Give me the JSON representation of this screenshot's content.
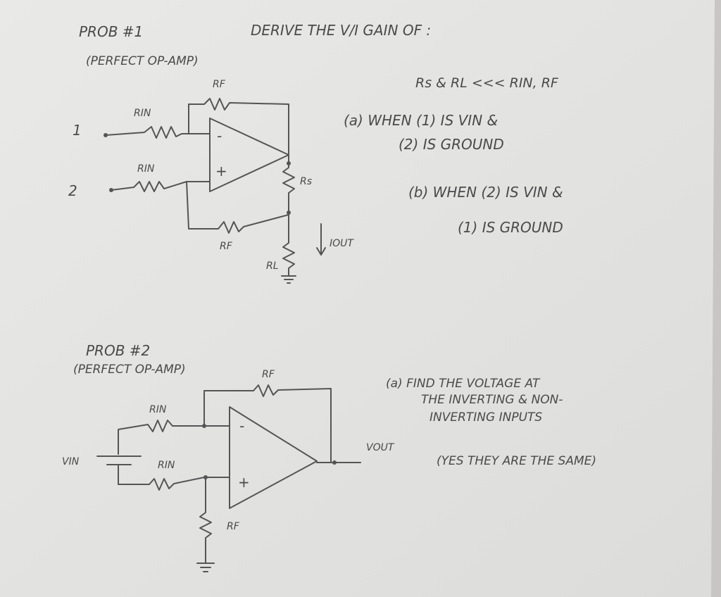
{
  "problem1": {
    "title": "PROB #1",
    "subtitle": "(PERFECT OP-AMP)",
    "task": "DERIVE THE V/I GAIN OF :",
    "condition": "Rs & RL <<< RIN, RF",
    "part_a_line1": "(a) WHEN (1) IS VIN &",
    "part_a_line2": "(2) IS GROUND",
    "part_b_line1": "(b) WHEN (2) IS VIN &",
    "part_b_line2": "(1) IS GROUND",
    "label_rf_top": "RF",
    "label_rin_top": "RIN",
    "label_rin_bottom": "RIN",
    "label_rf_bottom": "RF",
    "label_rs": "Rs",
    "label_rl": "RL",
    "label_iout": "IOUT",
    "node1": "1",
    "node2": "2",
    "minus": "-",
    "plus": "+"
  },
  "problem2": {
    "title": "PROB #2",
    "subtitle": "(PERFECT OP-AMP)",
    "label_rf_top": "RF",
    "label_rin_top": "RIN",
    "label_rin_bottom": "RIN",
    "label_rf_bottom": "RF",
    "label_vin": "VIN",
    "label_vout": "VOUT",
    "minus": "-",
    "plus": "+",
    "note_line1": "(a) FIND THE VOLTAGE AT",
    "note_line2": "THE INVERTING & NON-",
    "note_line3": "INVERTING INPUTS",
    "note_line4": "(YES THEY ARE THE SAME)"
  }
}
